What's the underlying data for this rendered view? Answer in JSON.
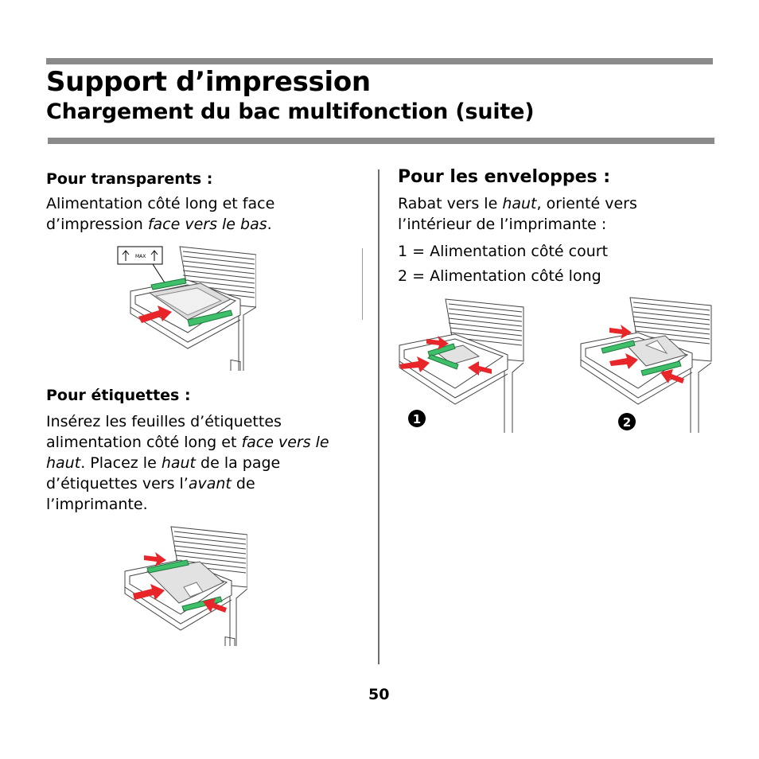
{
  "header": {
    "title": "Support d’impression",
    "subtitle": "Chargement du bac multifonction (suite)"
  },
  "transparents": {
    "heading": "Pour transparents :",
    "text_1": "Alimentation côté long et face",
    "text_2a": "d’impression ",
    "text_2b": "face vers le bas",
    "text_2c": ".",
    "figure_label": "MAX"
  },
  "etiquettes": {
    "heading": "Pour étiquettes :",
    "line1": "Insérez les feuilles d’étiquettes",
    "line2a": "alimentation côté long et ",
    "line2b": "face vers le",
    "line3a": "haut",
    "line3b": ". Placez le ",
    "line3c": "haut",
    "line3d": " de la page",
    "line4a": "d’étiquettes vers l’",
    "line4b": "avant",
    "line4c": " de",
    "line5": "l’imprimante."
  },
  "enveloppes": {
    "heading": "Pour les enveloppes :",
    "line1a": "Rabat vers le ",
    "line1b": "haut",
    "line1c": ", orienté vers",
    "line2": "l’intérieur de l’imprimante :",
    "option_1": "1 = Alimentation côté court",
    "option_2": "2 = Alimentation côté long",
    "badge_1": "1",
    "badge_2": "2"
  },
  "colors": {
    "rule": "#8a8a8a",
    "arrow": "#e8262a",
    "guide": "#3fbf6a"
  },
  "footer": {
    "page_number": "50"
  }
}
